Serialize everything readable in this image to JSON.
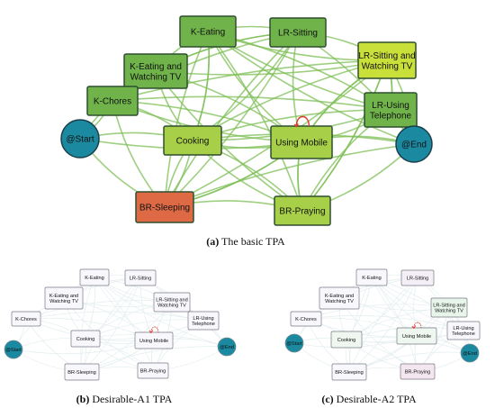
{
  "captions": {
    "a": {
      "letter": "(a)",
      "text": " The basic TPA"
    },
    "b": {
      "letter": "(b)",
      "text": " Desirable-A1 TPA"
    },
    "c": {
      "letter": "(c)",
      "text": " Desirable-A2 TPA"
    }
  },
  "panels": {
    "a": {
      "nodes": [
        {
          "id": "k-eating",
          "lines": [
            "K-Eating"
          ],
          "fill": "#6fb34a"
        },
        {
          "id": "lr-sitting",
          "lines": [
            "LR-Sitting"
          ],
          "fill": "#6fb34a"
        },
        {
          "id": "lr-sitting-tv",
          "lines": [
            "LR-Sitting and",
            "Watching TV"
          ],
          "fill": "#c9df3a"
        },
        {
          "id": "k-eating-tv",
          "lines": [
            "K-Eating and",
            "Watching TV"
          ],
          "fill": "#6fb34a"
        },
        {
          "id": "k-chores",
          "lines": [
            "K-Chores"
          ],
          "fill": "#6fb34a"
        },
        {
          "id": "lr-using-telephone",
          "lines": [
            "LR-Using",
            "Telephone"
          ],
          "fill": "#6fb34a"
        },
        {
          "id": "cooking",
          "lines": [
            "Cooking"
          ],
          "fill": "#a7cf47"
        },
        {
          "id": "using-mobile",
          "lines": [
            "Using Mobile"
          ],
          "fill": "#a7cf47"
        },
        {
          "id": "br-sleeping",
          "lines": [
            "BR-Sleeping"
          ],
          "fill": "#dd6a45"
        },
        {
          "id": "br-praying",
          "lines": [
            "BR-Praying"
          ],
          "fill": "#a7cf47"
        },
        {
          "id": "start",
          "lines": [
            "@Start"
          ],
          "fill": "#1b8aa1"
        },
        {
          "id": "end",
          "lines": [
            "@End"
          ],
          "fill": "#1b8aa1"
        }
      ]
    },
    "b": {
      "nodes": [
        {
          "id": "k-eating",
          "lines": [
            "K-Eating"
          ],
          "fill": "#f8f8fc"
        },
        {
          "id": "lr-sitting",
          "lines": [
            "LR-Sitting"
          ],
          "fill": "#f8f8fc"
        },
        {
          "id": "k-eating-tv",
          "lines": [
            "K-Eating and",
            "Watching TV"
          ],
          "fill": "#f8f8fc"
        },
        {
          "id": "lr-sitting-tv",
          "lines": [
            "LR-Sitting and",
            "Watching TV"
          ],
          "fill": "#f8f8fc"
        },
        {
          "id": "k-chores",
          "lines": [
            "K-Chores"
          ],
          "fill": "#f8f8fc"
        },
        {
          "id": "lr-using-telephone",
          "lines": [
            "LR-Using",
            "Telephone"
          ],
          "fill": "#f8f8fc"
        },
        {
          "id": "cooking",
          "lines": [
            "Cooking"
          ],
          "fill": "#f8f8fc"
        },
        {
          "id": "using-mobile",
          "lines": [
            "Using Mobile"
          ],
          "fill": "#f8f8fc"
        },
        {
          "id": "br-sleeping",
          "lines": [
            "BR-Sleeping"
          ],
          "fill": "#f8f8fc"
        },
        {
          "id": "br-praying",
          "lines": [
            "BR-Praying"
          ],
          "fill": "#f8f8fc"
        },
        {
          "id": "start",
          "lines": [
            "@Start"
          ],
          "fill": "#1b8aa1"
        },
        {
          "id": "end",
          "lines": [
            "@End"
          ],
          "fill": "#1b8aa1"
        }
      ]
    },
    "c": {
      "nodes": [
        {
          "id": "k-eating",
          "lines": [
            "K-Eating"
          ],
          "fill": "#f8f8fc"
        },
        {
          "id": "lr-sitting",
          "lines": [
            "LR-Sitting"
          ],
          "fill": "#f4eef6"
        },
        {
          "id": "k-eating-tv",
          "lines": [
            "K-Eating and",
            "Watching TV"
          ],
          "fill": "#f8f8fc"
        },
        {
          "id": "lr-sitting-tv",
          "lines": [
            "LR-Sitting and",
            "Watching TV"
          ],
          "fill": "#e8f5ea"
        },
        {
          "id": "k-chores",
          "lines": [
            "K-Chores"
          ],
          "fill": "#f8f8fc"
        },
        {
          "id": "lr-using-telephone",
          "lines": [
            "LR-Using",
            "Telephone"
          ],
          "fill": "#f8f8fc"
        },
        {
          "id": "cooking",
          "lines": [
            "Cooking"
          ],
          "fill": "#eef7f0"
        },
        {
          "id": "using-mobile",
          "lines": [
            "Using Mobile"
          ],
          "fill": "#eef7f0"
        },
        {
          "id": "br-sleeping",
          "lines": [
            "BR-Sleeping"
          ],
          "fill": "#f8f8fc"
        },
        {
          "id": "br-praying",
          "lines": [
            "BR-Praying"
          ],
          "fill": "#f4e6ee"
        },
        {
          "id": "start",
          "lines": [
            "@Start"
          ],
          "fill": "#1b8aa1"
        },
        {
          "id": "end",
          "lines": [
            "@End"
          ],
          "fill": "#1b8aa1"
        }
      ]
    }
  },
  "edges": [
    [
      "start",
      "k-chores"
    ],
    [
      "start",
      "cooking"
    ],
    [
      "start",
      "br-sleeping"
    ],
    [
      "start",
      "k-eating-tv"
    ],
    [
      "start",
      "using-mobile"
    ],
    [
      "k-eating",
      "lr-sitting"
    ],
    [
      "k-eating",
      "lr-sitting-tv"
    ],
    [
      "k-eating",
      "cooking"
    ],
    [
      "k-eating",
      "using-mobile"
    ],
    [
      "k-eating",
      "lr-using-telephone"
    ],
    [
      "k-eating",
      "k-eating-tv"
    ],
    [
      "k-eating",
      "br-praying"
    ],
    [
      "k-eating",
      "end"
    ],
    [
      "lr-sitting",
      "lr-sitting-tv"
    ],
    [
      "lr-sitting",
      "using-mobile"
    ],
    [
      "lr-sitting",
      "cooking"
    ],
    [
      "lr-sitting",
      "br-sleeping"
    ],
    [
      "lr-sitting",
      "end"
    ],
    [
      "lr-sitting",
      "k-eating-tv"
    ],
    [
      "lr-sitting-tv",
      "lr-using-telephone"
    ],
    [
      "lr-sitting-tv",
      "using-mobile"
    ],
    [
      "lr-sitting-tv",
      "end"
    ],
    [
      "lr-sitting-tv",
      "k-chores"
    ],
    [
      "lr-sitting-tv",
      "br-praying"
    ],
    [
      "k-eating-tv",
      "cooking"
    ],
    [
      "k-eating-tv",
      "lr-sitting"
    ],
    [
      "k-eating-tv",
      "lr-sitting-tv"
    ],
    [
      "k-eating-tv",
      "using-mobile"
    ],
    [
      "k-eating-tv",
      "br-praying"
    ],
    [
      "k-chores",
      "cooking"
    ],
    [
      "k-chores",
      "using-mobile"
    ],
    [
      "k-chores",
      "lr-sitting"
    ],
    [
      "k-chores",
      "br-sleeping"
    ],
    [
      "k-chores",
      "lr-using-telephone"
    ],
    [
      "cooking",
      "using-mobile"
    ],
    [
      "cooking",
      "br-sleeping"
    ],
    [
      "cooking",
      "br-praying"
    ],
    [
      "cooking",
      "lr-sitting-tv"
    ],
    [
      "cooking",
      "lr-using-telephone"
    ],
    [
      "cooking",
      "end"
    ],
    [
      "cooking",
      "k-eating"
    ],
    [
      "using-mobile",
      "end"
    ],
    [
      "using-mobile",
      "br-praying"
    ],
    [
      "using-mobile",
      "br-sleeping"
    ],
    [
      "using-mobile",
      "lr-using-telephone"
    ],
    [
      "using-mobile",
      "lr-sitting-tv"
    ],
    [
      "using-mobile",
      "k-chores"
    ],
    [
      "br-sleeping",
      "br-praying"
    ],
    [
      "br-sleeping",
      "using-mobile"
    ],
    [
      "br-sleeping",
      "cooking"
    ],
    [
      "br-sleeping",
      "lr-sitting"
    ],
    [
      "br-sleeping",
      "k-eating"
    ],
    [
      "br-sleeping",
      "lr-sitting-tv"
    ],
    [
      "br-sleeping",
      "end"
    ],
    [
      "br-praying",
      "end"
    ],
    [
      "br-praying",
      "lr-using-telephone"
    ],
    [
      "br-praying",
      "lr-sitting-tv"
    ],
    [
      "br-praying",
      "using-mobile"
    ],
    [
      "br-praying",
      "cooking"
    ],
    [
      "lr-using-telephone",
      "end"
    ],
    [
      "lr-using-telephone",
      "lr-sitting-tv"
    ],
    [
      "lr-using-telephone",
      "k-eating"
    ],
    [
      "lr-using-telephone",
      "cooking"
    ]
  ],
  "colors": {
    "edge_a": "#7dbf55",
    "edge_faint": "#e4eef0",
    "selfloop": "#e03a2a"
  }
}
